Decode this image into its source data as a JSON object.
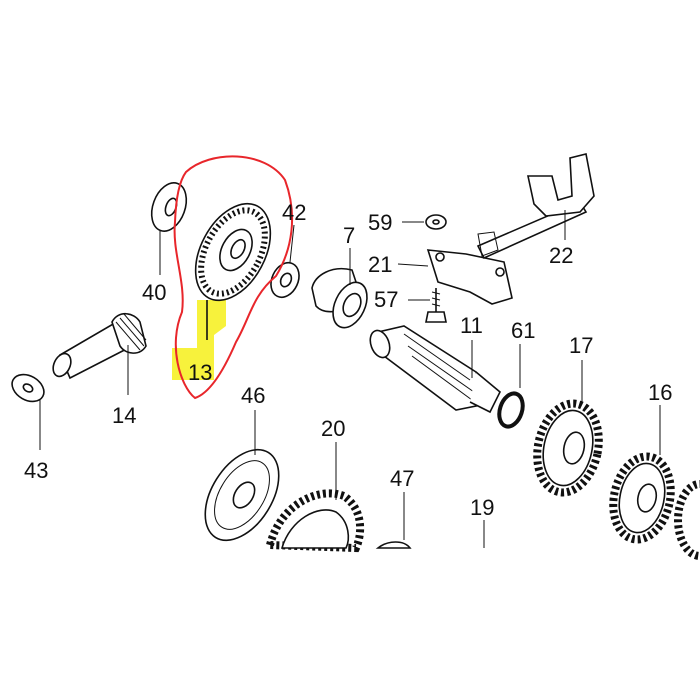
{
  "diagram": {
    "callouts": {
      "p40": "40",
      "p42": "42",
      "p7": "7",
      "p59": "59",
      "p21": "21",
      "p22": "22",
      "p57": "57",
      "p11": "11",
      "p61": "61",
      "p17": "17",
      "p16": "16",
      "p13": "13",
      "p14": "14",
      "p43": "43",
      "p46": "46",
      "p20": "20",
      "p47": "47",
      "p19": "19"
    },
    "highlight": {
      "part": "13",
      "circle_color": "#e8262b",
      "marker_color": "#f7f23c"
    }
  }
}
